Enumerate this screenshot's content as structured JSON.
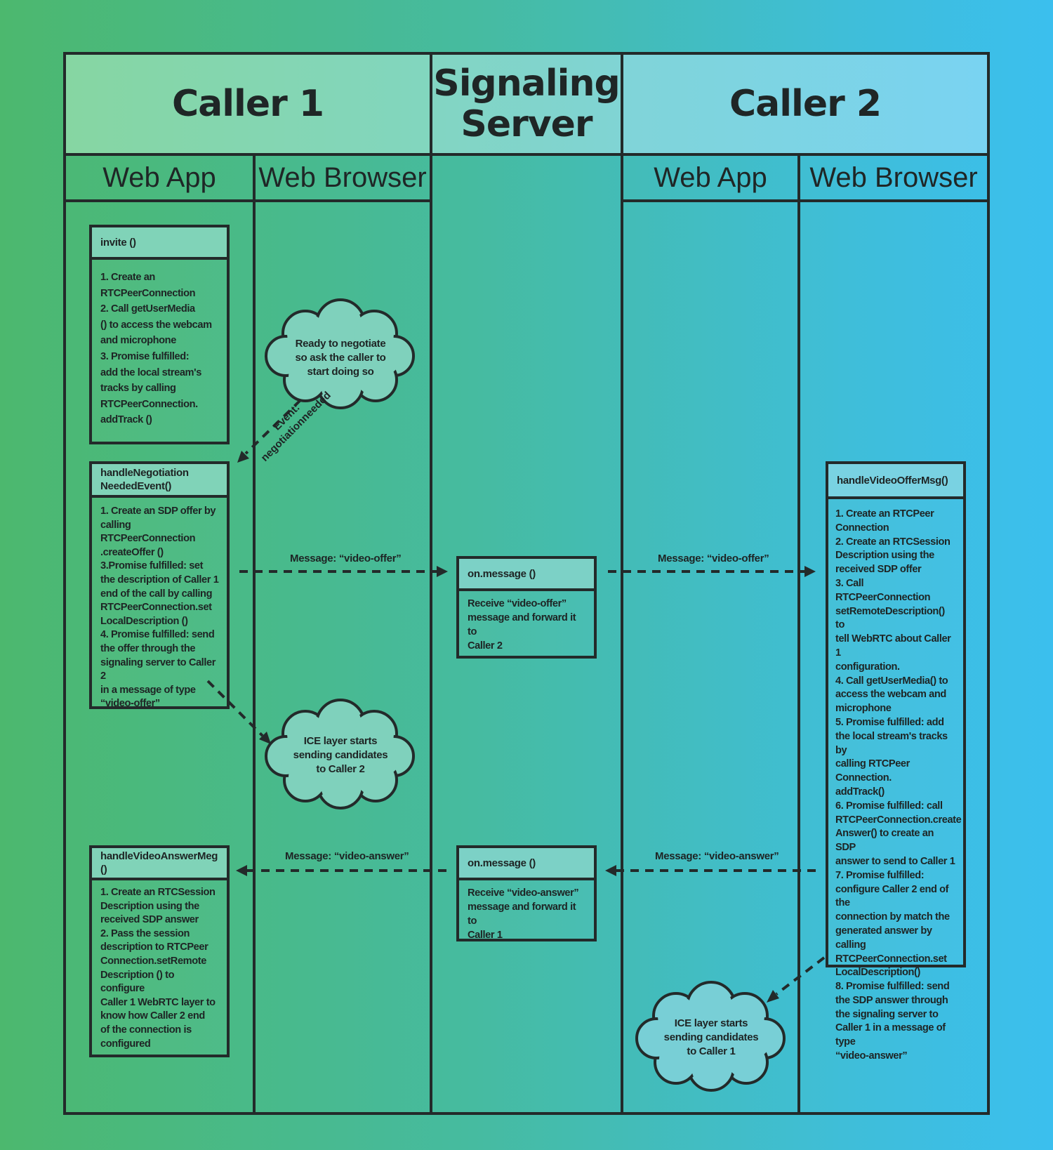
{
  "headers": {
    "caller1": "Caller 1",
    "signaling": "Signaling\nServer",
    "caller2": "Caller 2",
    "c1_web_app": "Web App",
    "c1_web_browser": "Web Browser",
    "c2_web_app": "Web App",
    "c2_web_browser": "Web Browser"
  },
  "boxes": {
    "invite": {
      "title": "invite ()",
      "body": "1. Create an\nRTCPeerConnection\n2. Call getUserMedia\n() to access the webcam\nand microphone\n3. Promise fulfilled:\nadd the local stream's\ntracks by calling\nRTCPeerConnection.\naddTrack ()"
    },
    "negotiation": {
      "title": "handleNegotiation\nNeededEvent()",
      "body": "1. Create an SDP offer by\ncalling RTCPeerConnection\n.createOffer ()\n3.Promise fulfilled: set\nthe description of Caller 1\nend of the call by calling\nRTCPeerConnection.set\nLocalDescription ()\n4. Promise fulfilled: send\nthe offer through the\nsignaling server to Caller 2\nin a message of type\n“video-offer”"
    },
    "answer_msg": {
      "title": "handleVideoAnswerMeg ()",
      "body": "1. Create an RTCSession\nDescription using the\nreceived SDP answer\n2. Pass the session\ndescription to RTCPeer\nConnection.setRemote\nDescription () to configure\nCaller 1 WebRTC layer to\nknow how Caller 2 end\nof the connection is\nconfigured"
    },
    "server_offer": {
      "title": "on.message ()",
      "body": "Receive “video-offer”\nmessage and forward it to\nCaller 2"
    },
    "server_answer": {
      "title": "on.message ()",
      "body": "Receive “video-answer”\nmessage and forward it to\nCaller 1"
    },
    "offer_msg": {
      "title": "handleVideoOfferMsg()",
      "body": "1. Create an RTCPeer\nConnection\n2. Create an RTCSession\nDescription using the\nreceived SDP offer\n3. Call RTCPeerConnection\nsetRemoteDescription() to\ntell WebRTC about Caller 1\nconfiguration.\n4. Call getUserMedia() to\naccess the webcam and\nmicrophone\n5. Promise fulfilled: add\nthe local stream's tracks by\ncalling RTCPeer Connection.\naddTrack()\n6. Promise fulfilled: call\nRTCPeerConnection.create\nAnswer() to create an SDP\nanswer to send to Caller 1\n7. Promise fulfilled:\nconfigure Caller 2 end of\nthe\nconnection by match the\ngenerated answer by calling\nRTCPeerConnection.set\nLocalDescription()\n8. Promise fulfilled: send\nthe SDP answer through\nthe signaling server to\nCaller 1 in a message of type\n“video-answer”"
    }
  },
  "clouds": {
    "ready": "Ready to negotiate\nso ask the caller to\nstart doing so",
    "ice_c2": "ICE layer starts\nsending candidates\nto Caller 2",
    "ice_c1": "ICE layer starts\nsending candidates\nto Caller 1"
  },
  "labels": {
    "event": "Event:\nnegotiationneeded",
    "msg_offer_1": "Message: “video-offer”",
    "msg_offer_2": "Message: “video-offer”",
    "msg_answer_1": "Message: “video-answer”",
    "msg_answer_2": "Message: “video-answer”"
  },
  "colors": {
    "line": "#232a2a",
    "cloud_fill": "#7fd1bc",
    "cloud_fill_c2": "#78cfd6"
  }
}
